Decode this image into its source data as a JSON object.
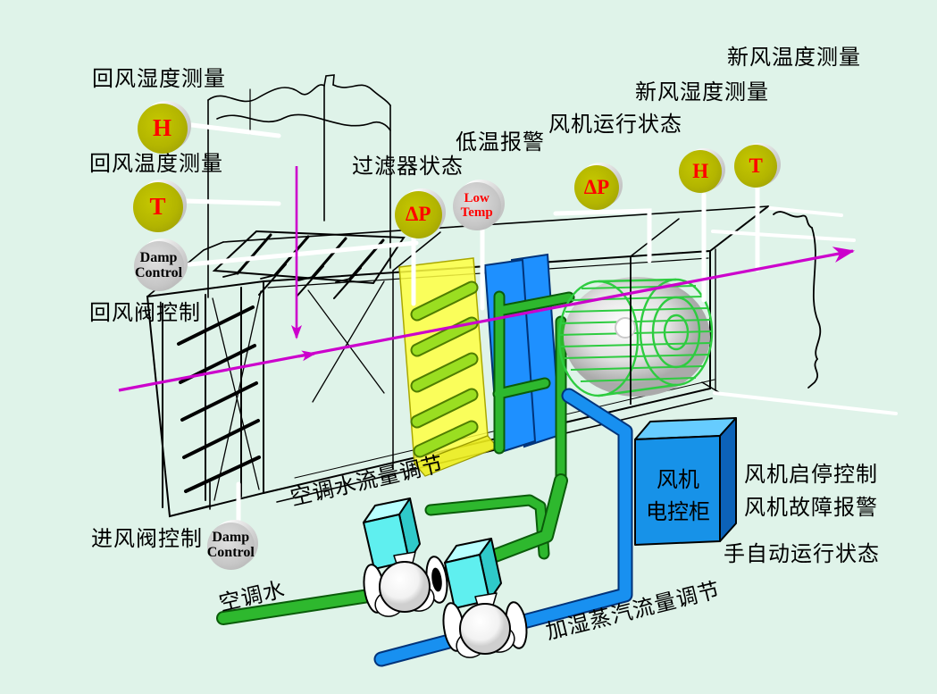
{
  "palette": {
    "background": "#dff3e9",
    "line_black": "#000000",
    "sensor_olive": "#b3b500",
    "sensor_gray": "#c6c6c6",
    "sensor_text_red": "#ff0000",
    "airflow_magenta": "#cc00cc",
    "pipe_green": "#2eb82e",
    "pipe_blue": "#1890f0",
    "filter_yellow": "#ffff42",
    "coil_blue": "#1e90ff",
    "fan_green": "#2ecc40",
    "cabinet_front_blue": "#1792e8",
    "cabinet_top_blue": "#66ccff",
    "cabinet_side_blue": "#0c62b8",
    "actuator_cyan": "#5fefef",
    "connector_white": "#ffffff"
  },
  "labels": {
    "return_humidity": "回风湿度测量",
    "return_temperature": "回风温度测量",
    "return_damper_control": "回风阀控制",
    "filter_status": "过滤器状态",
    "low_temp_alarm": "低温报警",
    "fan_running_status": "风机运行状态",
    "fresh_air_temperature": "新风温度测量",
    "fresh_air_humidity": "新风湿度测量",
    "fan_start_stop_control": "风机启停控制",
    "fan_fault_alarm": "风机故障报警",
    "manual_auto_status": "手自动运行状态",
    "inlet_damper_control": "进风阀控制",
    "chilled_water_flow_regulation": "空调水流量调节",
    "chilled_water": "空调水",
    "humidification_steam_flow_regulation": "加湿蒸汽流量调节"
  },
  "cabinet": {
    "line1": "风机",
    "line2": "电控柜"
  },
  "sensors": {
    "return_humidity": {
      "text": "H"
    },
    "return_temperature": {
      "text": "T"
    },
    "return_damper": {
      "line1": "Damp",
      "line2": "Control"
    },
    "filter_dp": {
      "text": "ΔP"
    },
    "low_temp": {
      "line1": "Low",
      "line2": "Temp"
    },
    "fan_dp": {
      "text": "ΔP"
    },
    "fresh_humidity": {
      "text": "H"
    },
    "fresh_temperature": {
      "text": "T"
    },
    "inlet_damper": {
      "line1": "Damp",
      "line2": "Control"
    }
  }
}
